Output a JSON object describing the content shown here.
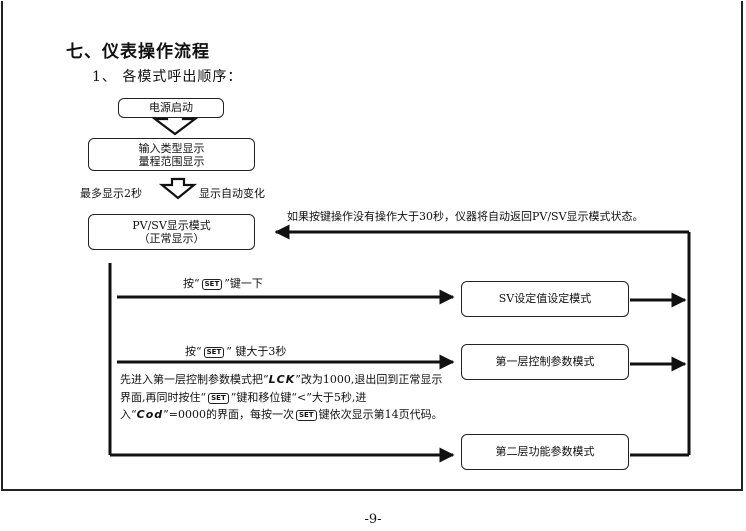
{
  "heading": "七、仪表操作流程",
  "subheading": "1、 各模式呼出顺序：",
  "nodes": {
    "power_on": "电源启动",
    "input_type_line1": "输入类型显示",
    "input_type_line2": "量程范围显示",
    "pv_sv_line1": "PV/SV显示模式",
    "pv_sv_line2": "（正常显示）",
    "sv_setting": "SV设定值设定模式",
    "layer1_control": "第一层控制参数模式",
    "layer2_function": "第二层功能参数模式"
  },
  "labels": {
    "max_display": "最多显示2秒",
    "auto_change": "显示自动变化",
    "timeout_return": "如果按键操作没有操作大于30秒，仪器将自动返回PV/SV显示模式状态。",
    "press_prefix": "按“",
    "set_key": "SET",
    "press_once_suffix": "”键一下",
    "press_3s_suffix": "” 键大于3秒"
  },
  "paragraph": {
    "p1": "先进入第一层控制参数模式把“",
    "lck": "LCK",
    "p2": "”改为1000,退出回到正常显示界面,再同时按住“",
    "set_key": "SET",
    "p3": "”键和移位键“<”大于5秒,进入“",
    "cod": "Cod",
    "p4": "”=0000的界面，每按一次",
    "p5": "键依次显示第14页代码。"
  },
  "page_number": "-9-"
}
